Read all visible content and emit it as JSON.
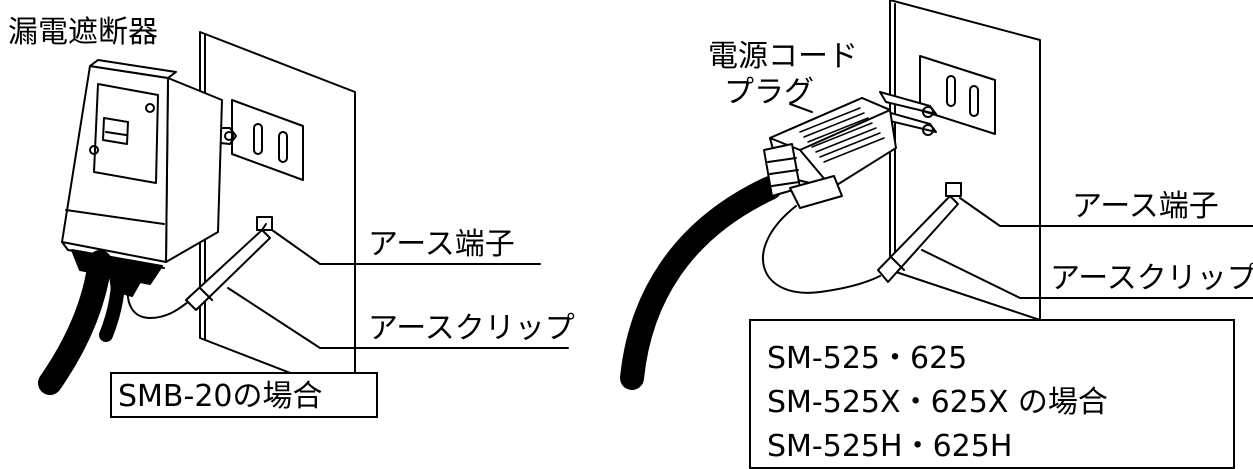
{
  "labels": {
    "breaker": "漏電遮断器",
    "earth_terminal_left": "アース端子",
    "earth_clip_left": "アースクリップ",
    "power_plug_line1": "電源コード",
    "power_plug_line2": "プラグ",
    "earth_terminal_right": "アース端子",
    "earth_clip_right": "アースクリップ"
  },
  "left_case": "SMB-20の場合",
  "right_case": {
    "line1": "SM-525・625",
    "line2": "SM-525X・625X の場合",
    "line3": "SM-525H・625H"
  }
}
